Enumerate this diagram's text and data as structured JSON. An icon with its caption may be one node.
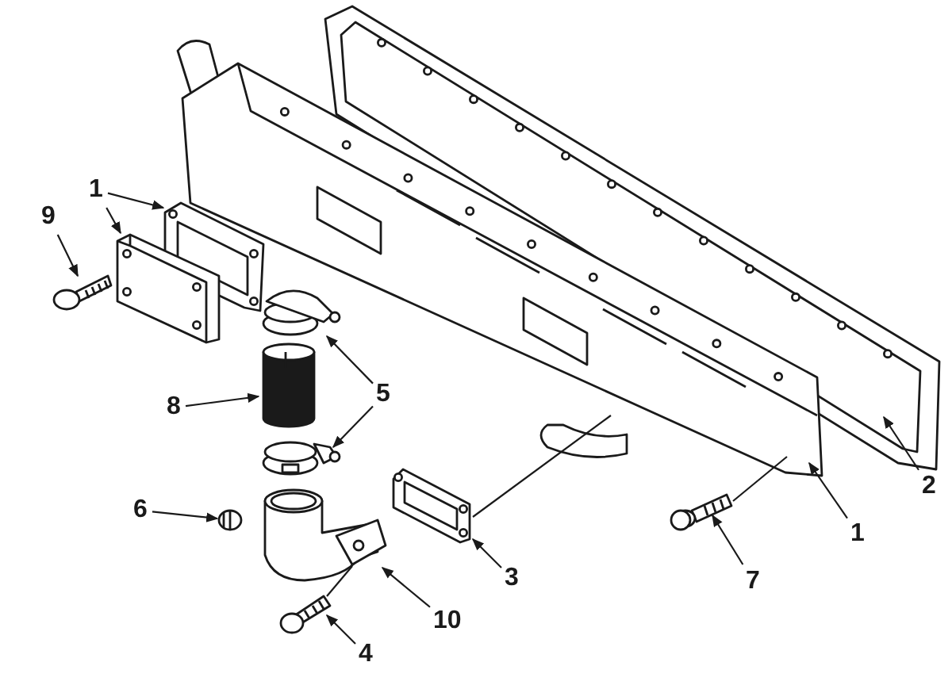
{
  "diagram": {
    "nodes": [
      {
        "text": [
          "9"
        ]
      },
      {
        "text": [
          "1"
        ]
      },
      {
        "text": [
          "5"
        ]
      },
      {
        "text": [
          "8"
        ]
      },
      {
        "text": [
          "6"
        ]
      },
      {
        "text": [
          "3"
        ]
      },
      {
        "text": [
          "10"
        ]
      },
      {
        "text": [
          "4"
        ]
      },
      {
        "text": [
          "7"
        ]
      },
      {
        "text": [
          "1"
        ]
      },
      {
        "text": [
          "2"
        ]
      },
      {
        "text": [],
        "shape": "picture"
      },
      {
        "text": [],
        "shape": "picture"
      },
      {
        "text": [],
        "shape": "picture"
      },
      {
        "text": [],
        "shape": "picture"
      },
      {
        "text": [],
        "shape": "picture"
      },
      {
        "text": [],
        "shape": "picture"
      },
      {
        "text": [],
        "shape": "picture"
      },
      {
        "text": [],
        "shape": "picture"
      },
      {
        "text": [],
        "shape": "picture"
      },
      {
        "text": [],
        "shape": "picture"
      },
      {
        "text": [],
        "shape": "picture"
      },
      {
        "text": [],
        "shape": "picture"
      },
      {
        "text": [],
        "shape": "picture"
      }
    ],
    "edges": [
      {
        "from": 0,
        "to": 15,
        "arrow": "to"
      },
      {
        "from": 1,
        "to": 14,
        "arrow": "to"
      },
      {
        "from": 1,
        "to": 13,
        "arrow": "to"
      },
      {
        "from": 2,
        "to": 16,
        "arrow": "to"
      },
      {
        "from": 2,
        "to": 18,
        "arrow": "to"
      },
      {
        "from": 3,
        "to": 17,
        "arrow": "to"
      },
      {
        "from": 4,
        "to": 19,
        "arrow": "to"
      },
      {
        "from": 5,
        "to": 21,
        "arrow": "to"
      },
      {
        "from": 6,
        "to": 20,
        "arrow": "to"
      },
      {
        "from": 7,
        "to": 22,
        "arrow": "to"
      },
      {
        "from": 8,
        "to": 23,
        "arrow": "to"
      },
      {
        "from": 9,
        "to": 12,
        "arrow": "to"
      },
      {
        "from": 10,
        "to": 11,
        "arrow": "to"
      },
      {
        "from": 21,
        "to": 12,
        "arrow": "none"
      },
      {
        "from": 23,
        "to": 12,
        "arrow": "none"
      },
      {
        "from": 22,
        "to": 20,
        "arrow": "none"
      }
    ]
  }
}
